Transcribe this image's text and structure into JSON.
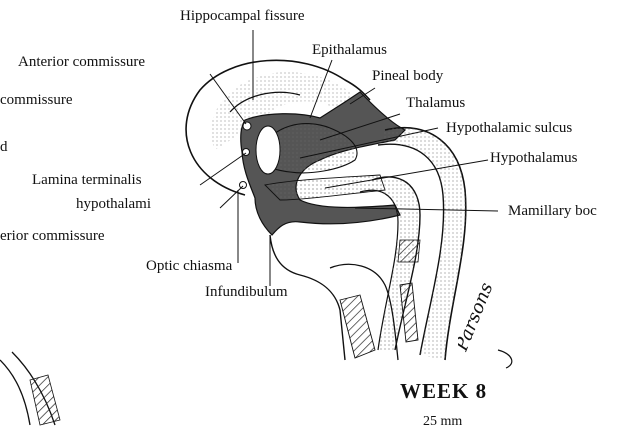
{
  "labels": {
    "hippocampal_fissure": "Hippocampal fissure",
    "epithalamus": "Epithalamus",
    "anterior_commissure": "Anterior commissure",
    "pineal_body": "Pineal body",
    "commissure_cut": "commissure",
    "thalamus": "Thalamus",
    "hypothalamic_sulcus": "Hypothalamic sulcus",
    "edge_d": "d",
    "hypothalamus": "Hypothalamus",
    "lamina_terminalis": "Lamina terminalis",
    "hypothalami": "hypothalami",
    "mamillary_body_cut": "Mamillary boc",
    "erior_commissure_cut": "erior commissure",
    "optic_chiasma": "Optic chiasma",
    "infundibulum": "Infundibulum"
  },
  "caption": {
    "week": "WEEK 8",
    "size": "25 mm"
  },
  "signature": "Parsons",
  "colors": {
    "ink": "#111111",
    "shade": "#555555",
    "background": "#ffffff"
  }
}
